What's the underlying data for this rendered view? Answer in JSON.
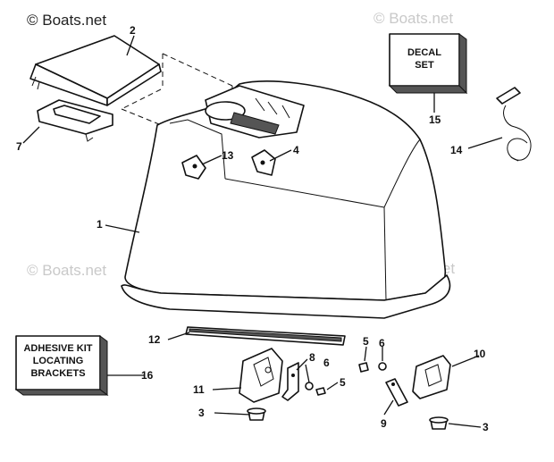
{
  "watermarks": {
    "main": "© Boats.net",
    "faint": "© Boats.net"
  },
  "callouts": {
    "c1": "1",
    "c2": "2",
    "c3a": "3",
    "c3b": "3",
    "c4": "4",
    "c5a": "5",
    "c5b": "5",
    "c6a": "6",
    "c6b": "6",
    "c7": "7",
    "c8": "8",
    "c9": "9",
    "c10": "10",
    "c11": "11",
    "c12": "12",
    "c13": "13",
    "c14": "14",
    "c15": "15",
    "c16": "16"
  },
  "boxes": {
    "decal_line1": "DECAL",
    "decal_line2": "SET",
    "adhesive_line1": "ADHESIVE KIT",
    "adhesive_line2": "LOCATING",
    "adhesive_line3": "BRACKETS"
  }
}
